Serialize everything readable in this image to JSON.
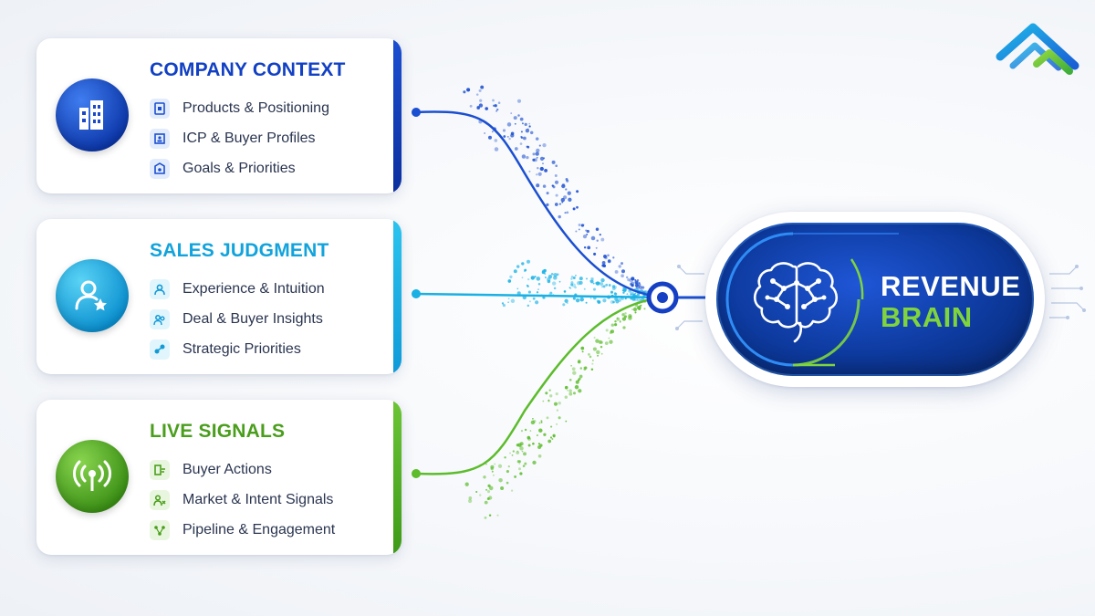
{
  "cards": [
    {
      "title": "COMPANY CONTEXT",
      "icon": "building-icon",
      "items": [
        {
          "label": "Products & Positioning",
          "icon": "document-icon"
        },
        {
          "label": "ICP & Buyer Profiles",
          "icon": "profile-icon"
        },
        {
          "label": "Goals & Priorities",
          "icon": "target-icon"
        }
      ]
    },
    {
      "title": "SALES JUDGMENT",
      "icon": "person-star-icon",
      "items": [
        {
          "label": "Experience & Intuition",
          "icon": "person-icon"
        },
        {
          "label": "Deal & Buyer Insights",
          "icon": "people-icon"
        },
        {
          "label": "Strategic Priorities",
          "icon": "strategy-icon"
        }
      ]
    },
    {
      "title": "LIVE SIGNALS",
      "icon": "broadcast-icon",
      "items": [
        {
          "label": "Buyer Actions",
          "icon": "action-icon"
        },
        {
          "label": "Market & Intent Signals",
          "icon": "person-signal-icon"
        },
        {
          "label": "Pipeline & Engagement",
          "icon": "pipeline-icon"
        }
      ]
    }
  ],
  "hub": {
    "line1": "REVENUE",
    "line2": "BRAIN",
    "icon": "brain-icon"
  },
  "logo": {
    "icon": "chevron-logo-icon"
  },
  "colors": {
    "blue": "#1140c4",
    "cyan": "#12a3dc",
    "green": "#4a9e1c",
    "hub_dark": "#0d3a9e",
    "hub_green": "#7fd43e"
  }
}
